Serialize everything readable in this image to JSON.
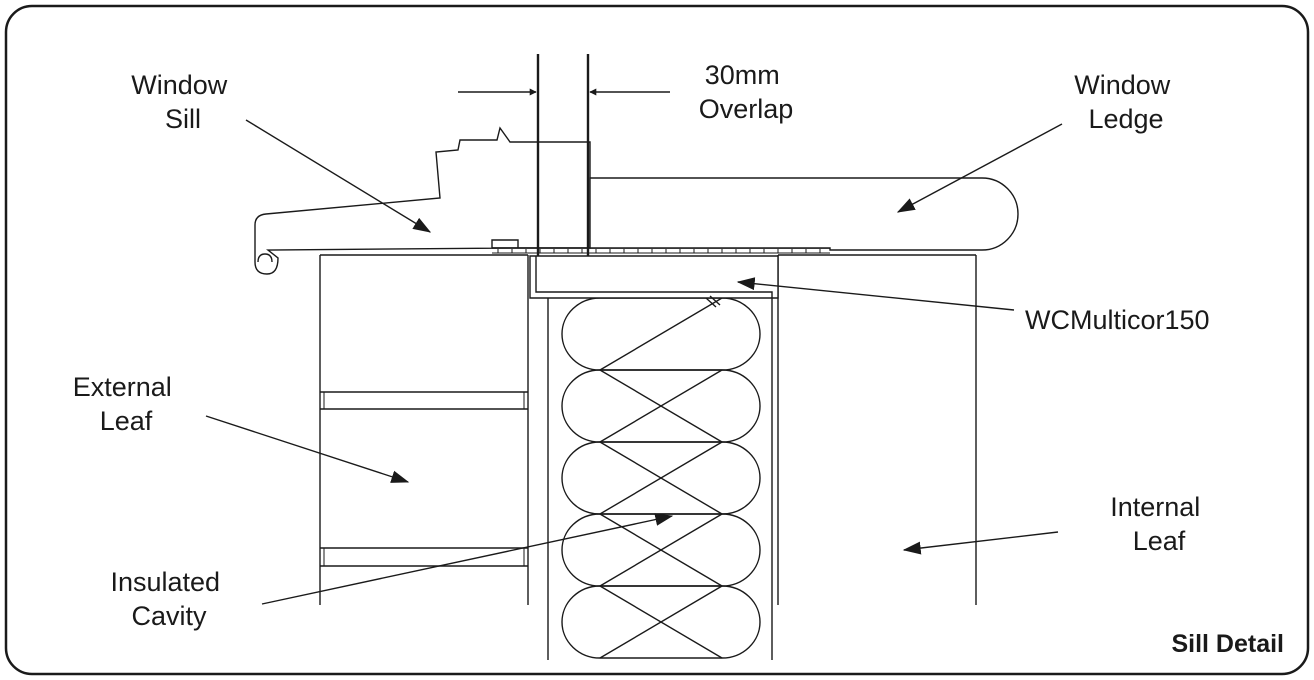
{
  "labels": {
    "window_sill": [
      "Window",
      "Sill"
    ],
    "overlap": [
      "30mm",
      "Overlap"
    ],
    "window_ledge": [
      "Window",
      "Ledge"
    ],
    "product": "WCMulticor150",
    "external_leaf": [
      "External",
      "Leaf"
    ],
    "internal_leaf": [
      "Internal",
      "Leaf"
    ],
    "insulated_cavity": [
      "Insulated",
      "Cavity"
    ],
    "title": "Sill Detail"
  },
  "colors": {
    "line": "#1a1a1a",
    "background": "#ffffff"
  }
}
